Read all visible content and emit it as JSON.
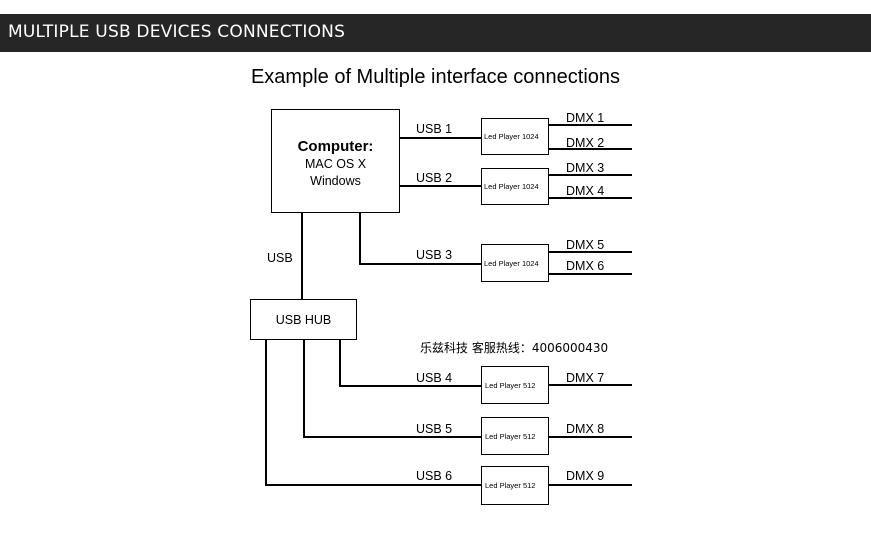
{
  "header": {
    "title": "MULTIPLE USB DEVICES CONNECTIONS",
    "bg": "#262626"
  },
  "diagram": {
    "title": "Example of Multiple interface connections",
    "computer": {
      "heading": "Computer:",
      "line1": "MAC OS X",
      "line2": "Windows"
    },
    "usb_label": "USB",
    "hub": "USB HUB",
    "hotline": "乐兹科技 客服热线：4006000430",
    "usb": [
      "USB 1",
      "USB 2",
      "USB 3",
      "USB 4",
      "USB 5",
      "USB 6"
    ],
    "players": [
      "Led Player 1024",
      "Led Player 1024",
      "Led Player 1024",
      "Led Player 512",
      "Led Player 512",
      "Led Player 512"
    ],
    "dmx": [
      "DMX 1",
      "DMX 2",
      "DMX 3",
      "DMX 4",
      "DMX 5",
      "DMX 6",
      "DMX 7",
      "DMX 8",
      "DMX 9"
    ]
  }
}
